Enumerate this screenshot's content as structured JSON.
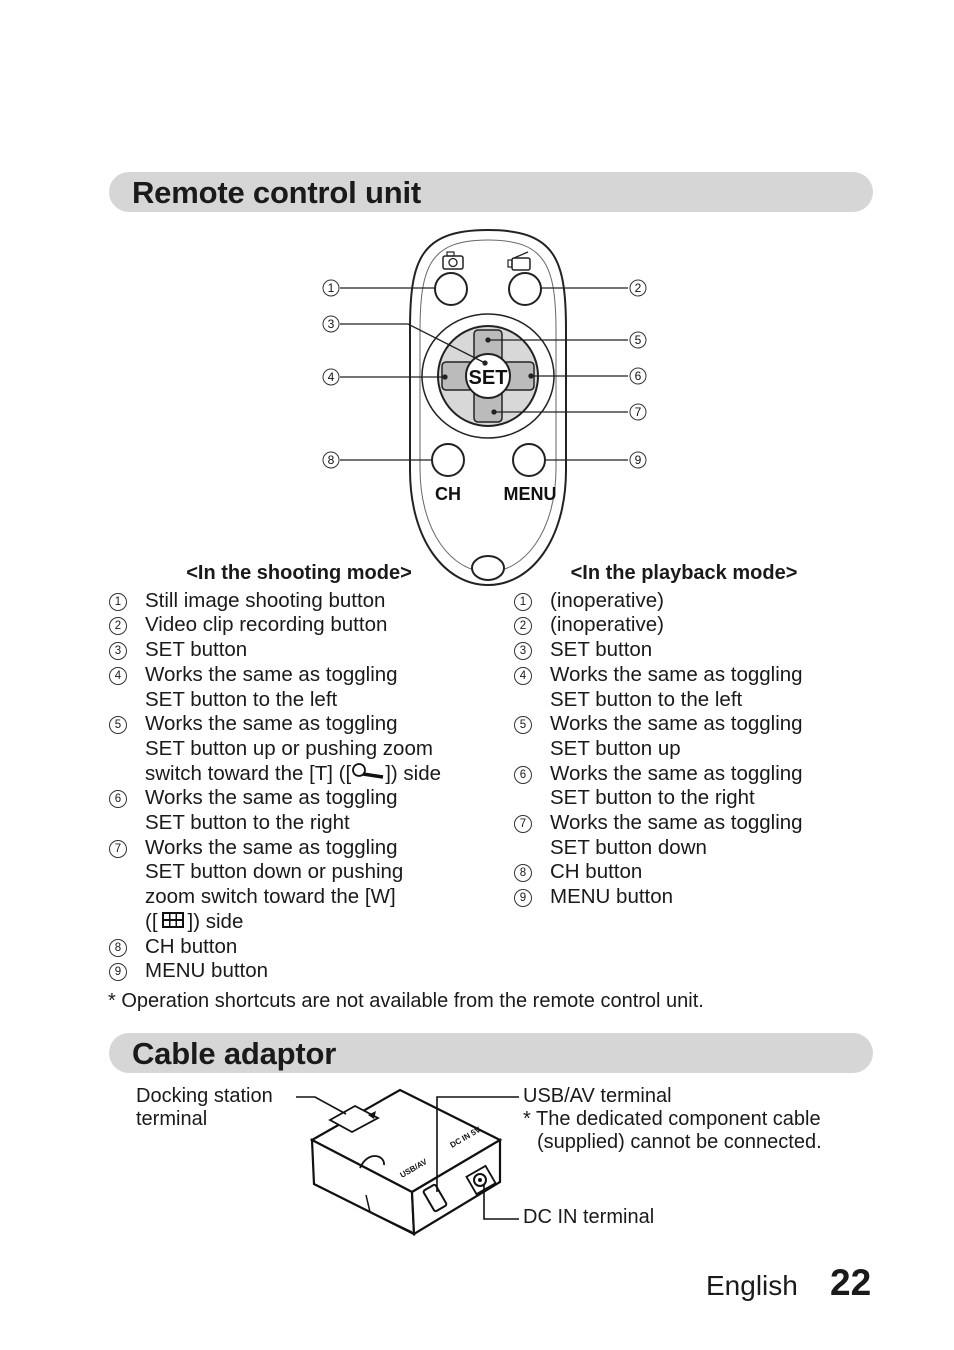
{
  "section_remote": {
    "title": "Remote control unit"
  },
  "remote_figure": {
    "set_label": "SET",
    "ch_label": "CH",
    "menu_label": "MENU",
    "callouts": [
      "1",
      "2",
      "3",
      "4",
      "5",
      "6",
      "7",
      "8",
      "9"
    ]
  },
  "shooting_mode": {
    "heading": "<In the shooting mode>",
    "items": [
      {
        "num": "1",
        "lines": [
          "Still image shooting button"
        ]
      },
      {
        "num": "2",
        "lines": [
          "Video clip recording button"
        ]
      },
      {
        "num": "3",
        "lines": [
          "SET button"
        ]
      },
      {
        "num": "4",
        "lines": [
          "Works the same as toggling",
          "SET button to the left"
        ]
      },
      {
        "num": "5",
        "lines": [
          "Works the same as toggling",
          "SET button up or pushing zoom",
          "switch toward the [T] ([",
          "]) side"
        ]
      },
      {
        "num": "6",
        "lines": [
          "Works the same as toggling",
          "SET button to the right"
        ]
      },
      {
        "num": "7",
        "lines": [
          "Works the same as toggling",
          "SET button down or pushing",
          "zoom switch toward the [W]",
          "([",
          "]) side"
        ]
      },
      {
        "num": "8",
        "lines": [
          "CH button"
        ]
      },
      {
        "num": "9",
        "lines": [
          "MENU button"
        ]
      }
    ]
  },
  "playback_mode": {
    "heading": "<In the playback mode>",
    "items": [
      {
        "num": "1",
        "lines": [
          "(inoperative)"
        ]
      },
      {
        "num": "2",
        "lines": [
          "(inoperative)"
        ]
      },
      {
        "num": "3",
        "lines": [
          "SET button"
        ]
      },
      {
        "num": "4",
        "lines": [
          "Works the same as toggling",
          "SET button to the left"
        ]
      },
      {
        "num": "5",
        "lines": [
          "Works the same as toggling",
          "SET button up"
        ]
      },
      {
        "num": "6",
        "lines": [
          "Works the same as toggling",
          "SET button to the right"
        ]
      },
      {
        "num": "7",
        "lines": [
          "Works the same as toggling",
          "SET button down"
        ]
      },
      {
        "num": "8",
        "lines": [
          "CH button"
        ]
      },
      {
        "num": "9",
        "lines": [
          "MENU button"
        ]
      }
    ]
  },
  "remote_note": "* Operation shortcuts are not available from the remote control unit.",
  "section_cable": {
    "title": "Cable adaptor"
  },
  "cable_figure": {
    "docking_label": [
      "Docking station",
      "terminal"
    ],
    "usb_label": "USB/AV terminal",
    "usb_note": [
      "* The dedicated component cable",
      "(supplied) cannot be connected."
    ],
    "dc_label": "DC IN terminal",
    "body_text_usb": "USB/AV",
    "body_text_dc": "DC IN 5V"
  },
  "footer": {
    "language": "English",
    "page": "22"
  },
  "icons": [
    "camera-icon",
    "video-camera-icon",
    "magnify-tele-icon",
    "grid-wide-icon"
  ]
}
